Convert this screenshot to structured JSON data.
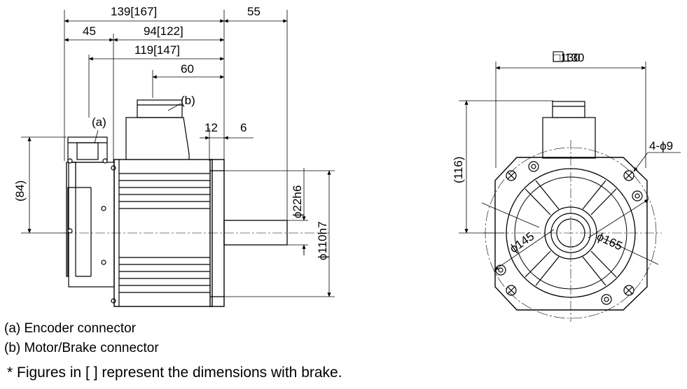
{
  "side_view": {
    "dim_total": "139[167]",
    "dim_shaft_len": "55",
    "dim_rear": "45",
    "dim_body": "94[122]",
    "dim_mid": "119[147]",
    "dim_connector_b": "60",
    "dim_flange": "12",
    "dim_pilot": "6",
    "dim_height": "(84)",
    "dim_shaft_dia": "ϕ22h6",
    "dim_pilot_dia": "ϕ110h7",
    "label_a": "(a)",
    "label_b": "(b)"
  },
  "front_view": {
    "dim_square": "□130",
    "dim_height": "(116)",
    "dim_holes": "4-ϕ9",
    "dim_pcd_inner": "ϕ145",
    "dim_pcd_outer": "ϕ165"
  },
  "legend": {
    "a": "(a) Encoder connector",
    "b": "(b) Motor/Brake connector",
    "note": "* Figures in [ ] represent the dimensions with brake."
  }
}
